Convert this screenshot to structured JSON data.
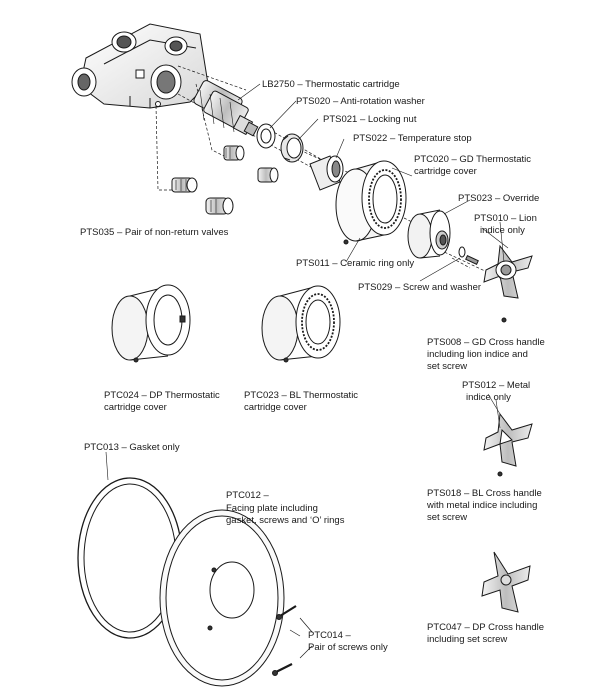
{
  "labels": {
    "lb2750": "LB2750 – Thermostatic cartridge",
    "pts020": "PTS020 – Anti-rotation washer",
    "pts021": "PTS021 – Locking nut",
    "pts022": "PTS022 – Temperature stop",
    "ptc020_l1": "PTC020 – GD Thermostatic",
    "ptc020_l2": "cartridge cover",
    "pts023": "PTS023 – Override",
    "pts010_l1": "PTS010 – Lion",
    "pts010_l2": "indice only",
    "pts035": "PTS035 – Pair of non-return valves",
    "pts011": "PTS011 – Ceramic ring only",
    "pts029": "PTS029 – Screw and washer",
    "pts008_l1": "PTS008 – GD Cross handle",
    "pts008_l2": "including lion indice and",
    "pts008_l3": "set screw",
    "ptc024_l1": "PTC024 – DP Thermostatic",
    "ptc024_l2": "cartridge cover",
    "ptc023_l1": "PTC023 – BL Thermostatic",
    "ptc023_l2": "cartridge cover",
    "pts012_l1": "PTS012 – Metal",
    "pts012_l2": "indice only",
    "ptc013": "PTC013 – Gasket only",
    "ptc012_l1": "PTC012 –",
    "ptc012_l2": "Facing plate including",
    "ptc012_l3": "gasket, screws and ‘O’ rings",
    "pts018_l1": "PTS018 – BL Cross handle",
    "pts018_l2": "with metal indice including",
    "pts018_l3": "set screw",
    "ptc014_l1": "PTC014 –",
    "ptc014_l2": "Pair of screws only",
    "pts047_l1": "PTC047 – DP Cross handle",
    "pts047_l2": "including set screw"
  }
}
